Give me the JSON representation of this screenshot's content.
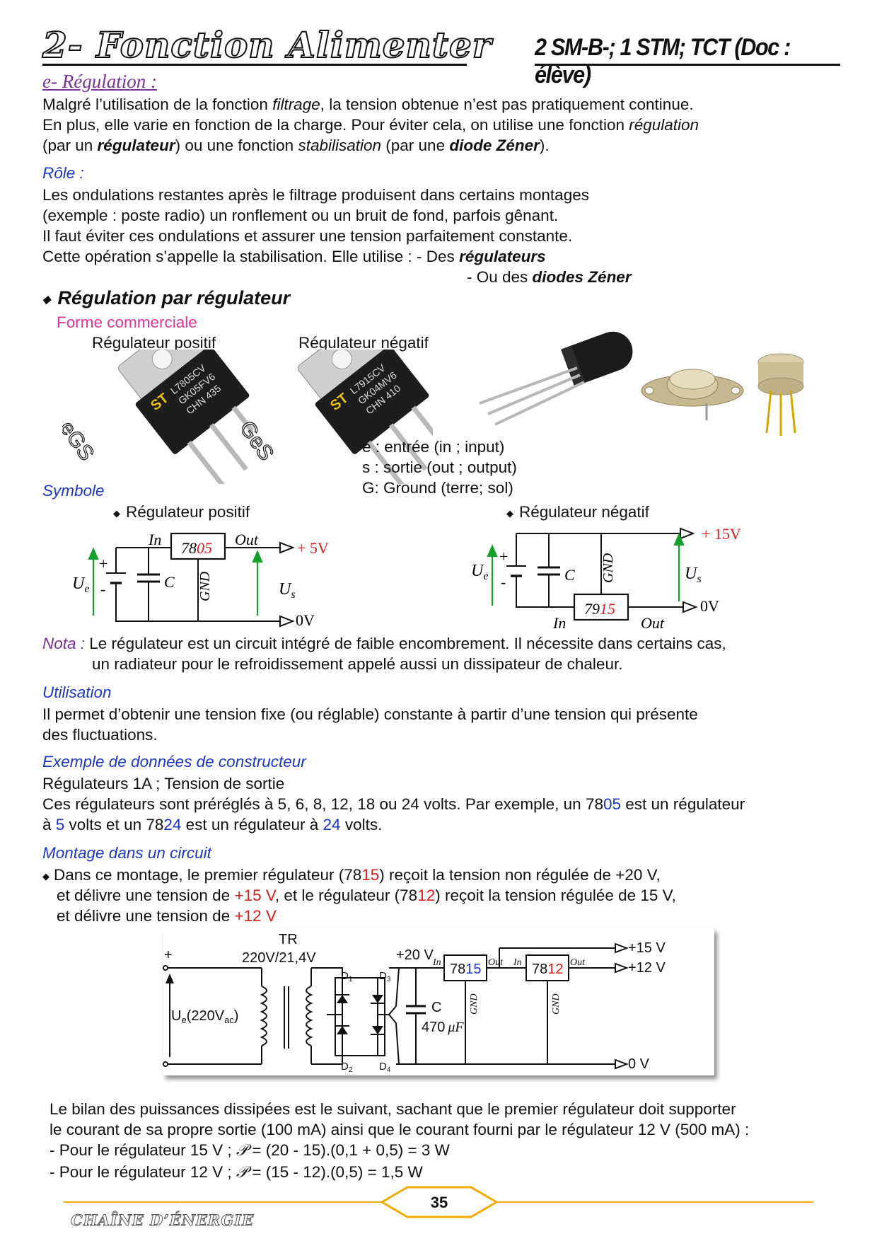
{
  "header": {
    "title": "2- Fonction Alimenter",
    "subtitle": "2 SM-B-; 1 STM; TCT (Doc : élève)"
  },
  "section_e": {
    "title": "e- Régulation :",
    "intro": [
      {
        "t": " Malgré l’utilisation de la fonction "
      },
      {
        "t": "filtrage",
        "s": "it"
      },
      {
        "t": ", la tension obtenue n’est pas pratiquement continue."
      }
    ],
    "intro2": [
      {
        "t": "En plus, elle varie en fonction de la charge. Pour éviter cela, on utilise une fonction "
      },
      {
        "t": "régulation",
        "s": "it"
      }
    ],
    "intro3": [
      {
        "t": "(par un "
      },
      {
        "t": "régulateur",
        "s": "bi"
      },
      {
        "t": ") ou une fonction "
      },
      {
        "t": "stabilisation",
        "s": "it"
      },
      {
        "t": " (par une "
      },
      {
        "t": "diode Zéner",
        "s": "bi"
      },
      {
        "t": ")."
      }
    ]
  },
  "role": {
    "title": "Rôle :",
    "line1": " Les ondulations restantes après le filtrage produisent dans certains montages",
    "line2": "(exemple : poste radio) un ronflement ou un bruit de fond, parfois gênant.",
    "line3": " Il faut éviter ces ondulations et assurer une tension parfaitement constante.",
    "line4_a": " Cette opération s’appelle la stabilisation. Elle utilise : - Des ",
    "line4_b": "régulateurs",
    "line5_a": "- Ou des ",
    "line5_b": "diodes Zéner"
  },
  "reg_section": {
    "title": "Régulation par régulateur",
    "forme": "Forme commerciale",
    "label_pos": "Régulateur positif",
    "label_neg": "Régulateur négatif",
    "pins_pos": "eGS",
    "pins_neg": "GeS",
    "chip_pos": [
      "L7805CV",
      "GK05FV6",
      "CHN 435"
    ],
    "chip_neg": [
      "L7915CV",
      "GK04MV6",
      "CHN 410"
    ],
    "pin_e": "e : entrée (in ; input)",
    "pin_s": "s : sortie (out ; output)",
    "pin_g": "G: Ground (terre; sol)"
  },
  "symbole": {
    "title": "Symbole",
    "pos_label": "Régulateur positif",
    "neg_label": "Régulateur négatif",
    "pos": {
      "in": "In",
      "out": "Out",
      "chip_a": "78",
      "chip_b": "05",
      "vout": "+ 5V",
      "gnd": "GND",
      "ue": "U",
      "ue_sub": "e",
      "us": "U",
      "us_sub": "s",
      "c": "C",
      "zero": "0V",
      "plus": "+",
      "minus": "-"
    },
    "neg": {
      "in": "In",
      "out": "Out",
      "chip_a": "79",
      "chip_b": "15",
      "vout": "+ 15V",
      "gnd": "GND",
      "ue": "U",
      "ue_sub": "e",
      "us": "U",
      "us_sub": "s",
      "c": "C",
      "zero": "0V",
      "plus": "+",
      "minus": "-"
    }
  },
  "nota": {
    "label": "Nota :",
    "line1": " Le régulateur est un circuit intégré de faible encombrement. Il nécessite dans certains cas,",
    "line2": "un radiateur pour le refroidissement appelé aussi un dissipateur de chaleur."
  },
  "utilisation": {
    "title": "Utilisation",
    "line1": " Il permet d’obtenir une tension fixe (ou réglable) constante à partir d’une tension qui présente",
    "line2": "des fluctuations."
  },
  "exemple": {
    "title": "Exemple de données de constructeur",
    "line1": "Régulateurs 1A ; Tension de sortie",
    "line2": [
      {
        "t": "Ces régulateurs sont préréglés à 5, 6, 8, 12, 18 ou 24 volts. Par exemple, un 78"
      },
      {
        "t": "05",
        "s": "blue"
      },
      {
        "t": " est un régulateur"
      }
    ],
    "line3": [
      {
        "t": "à "
      },
      {
        "t": "5",
        "s": "blue"
      },
      {
        "t": " volts et un 78"
      },
      {
        "t": "24",
        "s": "blue"
      },
      {
        "t": " est un régulateur à "
      },
      {
        "t": "24",
        "s": "blue"
      },
      {
        "t": " volts."
      }
    ]
  },
  "montage": {
    "title": "Montage dans un circuit",
    "line1": [
      {
        "t": "Dans ce montage, le premier régulateur (78"
      },
      {
        "t": "15",
        "s": "red"
      },
      {
        "t": ") reçoit la tension non régulée de +20 V,"
      }
    ],
    "line2": [
      {
        "t": "et délivre une tension de "
      },
      {
        "t": "+15 V",
        "s": "red"
      },
      {
        "t": ", et le régulateur (78"
      },
      {
        "t": "12",
        "s": "red"
      },
      {
        "t": ") reçoit la tension régulée de 15 V,"
      }
    ],
    "line3": [
      {
        "t": "et délivre une tension de "
      },
      {
        "t": "+12 V",
        "s": "red"
      }
    ]
  },
  "circuit": {
    "tr": "TR",
    "tr_ratio": "220V/21,4V",
    "plus": "+",
    "ue": "U",
    "ue_sub": "e",
    "ue_val": "(220V",
    "ue_ac": "ac",
    "ue_close": ")",
    "v20": "+20 V",
    "d1": "D",
    "d1s": "1",
    "d2": "D",
    "d2s": "2",
    "d3": "D",
    "d3s": "3",
    "d4": "D",
    "d4s": "4",
    "c": "C",
    "c_val": "470",
    "c_unit": "μF",
    "reg1_a": "78",
    "reg1_b": "15",
    "reg2_a": "78",
    "reg2_b": "12",
    "in": "In",
    "out": "Out",
    "gnd": "GND",
    "v15": "+15 V",
    "v12": "+12 V",
    "v0": "0 V"
  },
  "bilan": {
    "line1": " Le bilan des puissances dissipées est le suivant, sachant que le premier régulateur doit supporter",
    "line2": "le courant de sa propre sortie (100 mA) ainsi que le courant fourni par le régulateur 12 V (500 mA) :",
    "line3_a": "- Pour le régulateur 15 V ; ",
    "line3_p": "𝒫",
    "line3_b": " = (20 - 15).(0,1 + 0,5) = 3 W",
    "line4_a": "- Pour le régulateur 12 V ; ",
    "line4_p": "𝒫",
    "line4_b": " = (15 - 12).(0,5) = 1,5 W"
  },
  "footer": {
    "left": "CHAÎNE D’ÉNERGIE",
    "page": "35"
  },
  "colors": {
    "blue": "#1a35c8",
    "red": "#e01b1b",
    "pink": "#e0349b",
    "purple": "#7a2f9a",
    "green": "#14a02a",
    "footer": "#f2a900"
  }
}
